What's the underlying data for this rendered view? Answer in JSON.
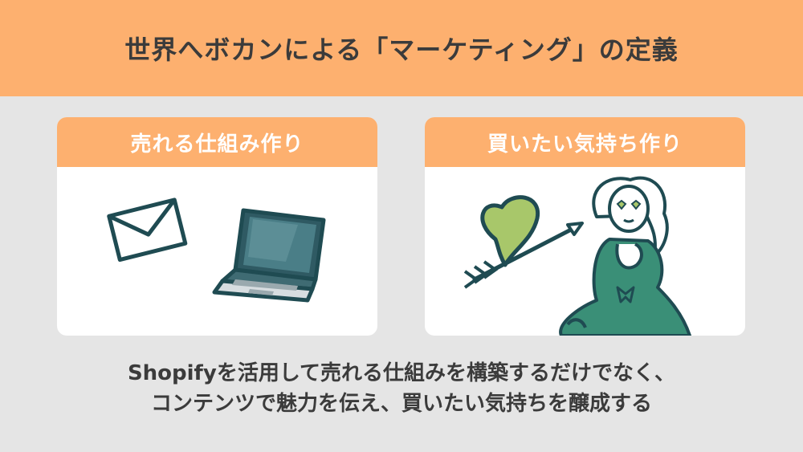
{
  "header": {
    "title": "世界へボカンによる「マーケティング」の定義"
  },
  "cards": [
    {
      "title": "売れる仕組み作り",
      "illustration": "envelope-and-laptop"
    },
    {
      "title": "買いたい気持ち作り",
      "illustration": "heart-arrow-and-smitten-woman"
    }
  ],
  "caption": {
    "line1": "Shopifyを活用して売れる仕組みを構築するだけでなく、",
    "line2": "コンテンツで魅力を伝え、買いたい気持ちを醸成する"
  },
  "colors": {
    "header_bg": "#fdb06f",
    "page_bg": "#e5e5e5",
    "text": "#3b3b3b",
    "ink": "#1f4b52",
    "heart": "#a8c76a",
    "dress": "#3a8f77"
  }
}
